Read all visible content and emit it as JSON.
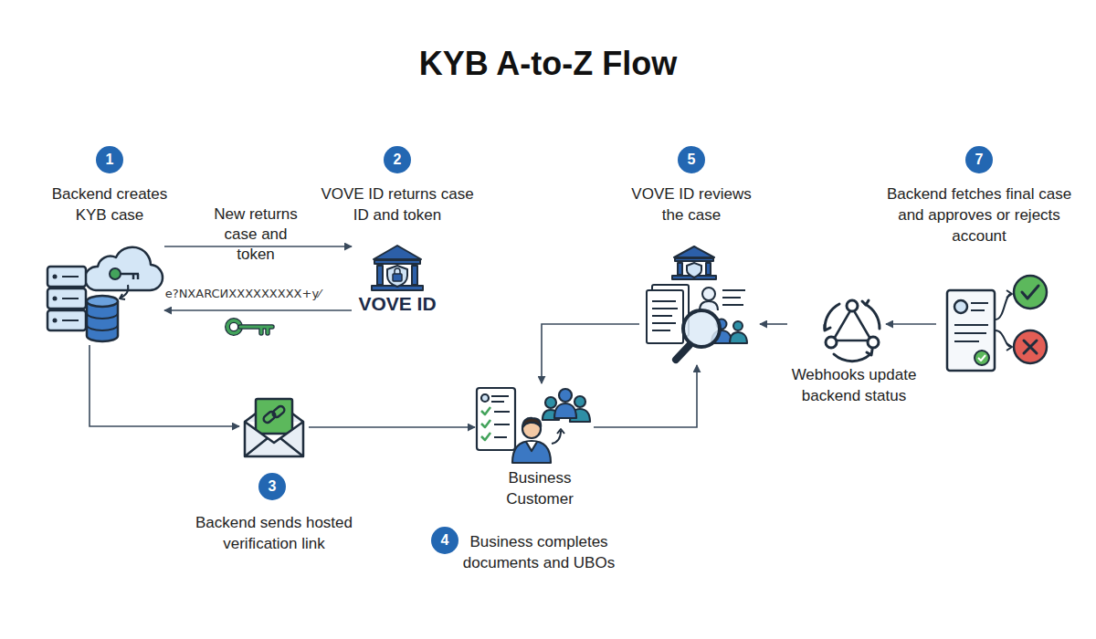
{
  "diagram": {
    "title": "KYB A-to-Z Flow",
    "nodes": [
      {
        "text": [
          "1",
          "Backend creates KYB case"
        ]
      },
      {
        "text": [
          "2",
          "VOVE ID returns case ID and token",
          "VOVE ID"
        ]
      },
      {
        "text": [
          "3",
          "Backend sends hosted verification link"
        ]
      },
      {
        "text": [
          "Business Customer",
          "4",
          "Business completes documents and UBOs"
        ]
      },
      {
        "text": [
          "5",
          "VOVE ID reviews the case"
        ]
      },
      {
        "text": [
          "Webhooks update backend status"
        ]
      },
      {
        "text": [
          "7",
          "Backend fetches final case and approves or rejects account"
        ]
      }
    ],
    "edges": [
      {
        "from": 0,
        "to": 1,
        "label": "New returns case and token",
        "arrow": "to"
      },
      {
        "from": 1,
        "to": 0,
        "label": "e?NXARCИXXXXXXXXX+y⁄",
        "arrow": "to"
      },
      {
        "from": 0,
        "to": 2,
        "arrow": "to"
      },
      {
        "from": 2,
        "to": 3,
        "arrow": "to"
      },
      {
        "from": 3,
        "to": 4,
        "arrow": "to"
      },
      {
        "from": 4,
        "to": 3,
        "arrow": "to"
      },
      {
        "from": 5,
        "to": 4,
        "arrow": "to"
      },
      {
        "from": 6,
        "to": 5,
        "arrow": "to"
      }
    ]
  }
}
